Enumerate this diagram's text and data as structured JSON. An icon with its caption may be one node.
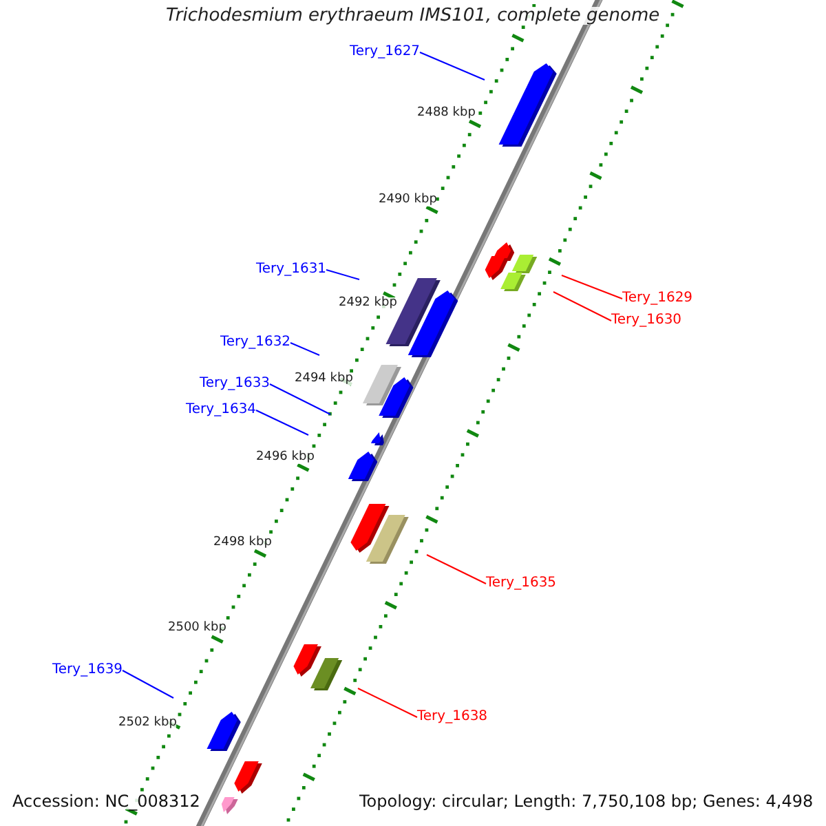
{
  "diagram": {
    "title": "Trichodesmium erythraeum IMS101, complete genome",
    "nodes": [
      {
        "text": [
          "Tery_1627"
        ]
      },
      {
        "text": [
          "Tery_1629"
        ]
      },
      {
        "text": [
          "Tery_1630"
        ]
      },
      {
        "text": [
          "Tery_1631"
        ]
      },
      {
        "text": [
          "Tery_1632"
        ]
      },
      {
        "text": [
          "Tery_1633"
        ]
      },
      {
        "text": [
          "Tery_1634"
        ]
      },
      {
        "text": [
          "Tery_1635"
        ]
      },
      {
        "text": [
          "Tery_1638"
        ]
      },
      {
        "text": [
          "Tery_1639"
        ]
      }
    ],
    "edges": [
      {
        "from": 0,
        "to": null,
        "arrow": "none"
      },
      {
        "from": 1,
        "to": null,
        "arrow": "none",
        "color": "#ff0000"
      },
      {
        "from": 2,
        "to": null,
        "arrow": "none",
        "color": "#ff0000"
      },
      {
        "from": 3,
        "to": null,
        "arrow": "none"
      },
      {
        "from": 4,
        "to": null,
        "arrow": "none"
      },
      {
        "from": 5,
        "to": null,
        "arrow": "none"
      },
      {
        "from": 6,
        "to": null,
        "arrow": "none"
      },
      {
        "from": 7,
        "to": null,
        "arrow": "none",
        "color": "#ff0000"
      },
      {
        "from": 8,
        "to": null,
        "arrow": "none",
        "color": "#ff0000"
      },
      {
        "from": 9,
        "to": null,
        "arrow": "none"
      }
    ],
    "labels": [
      "2488 kbp",
      "2490 kbp",
      "2492 kbp",
      "2494 kbp",
      "2496 kbp",
      "2498 kbp",
      "2500 kbp",
      "2502 kbp",
      "Accession: NC_008312",
      "Topology: circular; Length: 7,750,108 bp; Genes: 4,498"
    ]
  }
}
